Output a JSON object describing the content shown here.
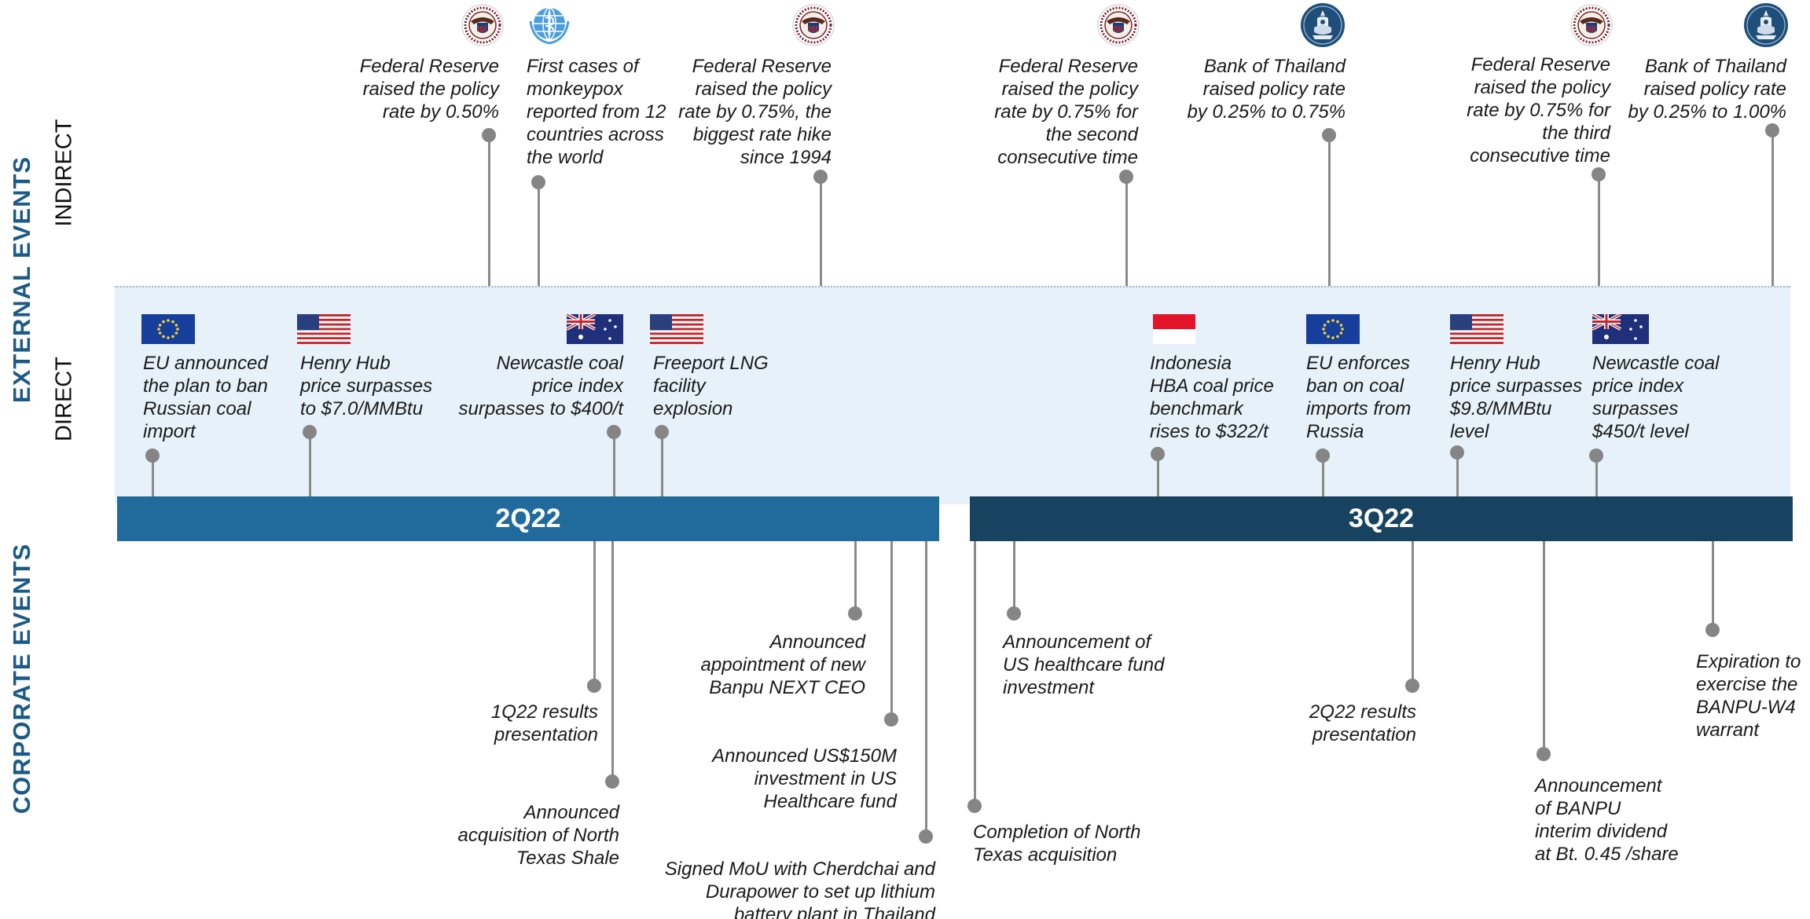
{
  "side_labels": {
    "external": "EXTERNAL   EVENTS",
    "corporate": "CORPORATE   EVENTS",
    "indirect": "INDIRECT",
    "direct": "DIRECT"
  },
  "quarters": {
    "q2": "2Q22",
    "q3": "3Q22"
  },
  "icons": {
    "fed_seal": "federal-reserve-seal-icon",
    "who_logo": "who-logo-icon",
    "bot_seal": "bank-of-thailand-seal-icon",
    "eu_flag": "eu-flag-icon",
    "us_flag": "us-flag-icon",
    "au_flag": "australia-flag-icon",
    "id_flag": "indonesia-flag-icon"
  },
  "colors": {
    "navy_text": "#1c5a86",
    "bar_2q": "#206a9c",
    "bar_3q": "#174360",
    "band": "#e6f1f9",
    "stem": "#8a8a8a"
  },
  "indirect_events": [
    {
      "text": "Federal Reserve\nraised the policy\nrate by 0.50%"
    },
    {
      "text": "First cases of\nmonkeypox\nreported from 12\ncountries across\nthe world"
    },
    {
      "text": "Federal Reserve\nraised the policy\nrate by 0.75%, the\nbiggest rate hike\nsince 1994"
    },
    {
      "text": "Federal Reserve\nraised the policy\nrate by 0.75% for\nthe second\nconsecutive time"
    },
    {
      "text": "Bank of Thailand\nraised policy rate\nby 0.25% to 0.75%"
    },
    {
      "text": "Federal Reserve\nraised the policy\nrate by 0.75% for\nthe third\nconsecutive time"
    },
    {
      "text": "Bank of Thailand\nraised policy rate\nby 0.25% to 1.00%"
    }
  ],
  "direct_events": [
    {
      "text": "EU announced\nthe plan to ban\nRussian coal\nimport"
    },
    {
      "text": "Henry Hub\nprice surpasses\nto $7.0/MMBtu"
    },
    {
      "text": "Newcastle coal\nprice index\nsurpasses to $400/t"
    },
    {
      "text": "Freeport LNG\nfacility\nexplosion"
    },
    {
      "text": "Indonesia\nHBA coal price\nbenchmark\nrises to $322/t"
    },
    {
      "text": "EU enforces\nban on coal\nimports from\nRussia"
    },
    {
      "text": "Henry Hub\nprice surpasses\n$9.8/MMBtu\nlevel"
    },
    {
      "text": "Newcastle coal\nprice index\nsurpasses\n$450/t level"
    }
  ],
  "corporate_events": [
    {
      "text": "1Q22 results\npresentation"
    },
    {
      "text": "Announced\nacquisition of North\nTexas Shale"
    },
    {
      "text": "Announced\nappointment of new\nBanpu NEXT CEO"
    },
    {
      "text": "Announced US$150M\ninvestment in US\nHealthcare fund"
    },
    {
      "text": "Signed MoU with Cherdchai and\nDurapower to set up lithium\nbattery plant in Thailand"
    },
    {
      "text": "Completion of North\nTexas acquisition"
    },
    {
      "text": "Announcement of\nUS healthcare fund\ninvestment"
    },
    {
      "text": "2Q22 results\npresentation"
    },
    {
      "text": "Announcement\nof BANPU\ninterim dividend\nat Bt. 0.45 /share"
    },
    {
      "text": "Expiration to\nexercise the\nBANPU-W4\nwarrant"
    }
  ]
}
